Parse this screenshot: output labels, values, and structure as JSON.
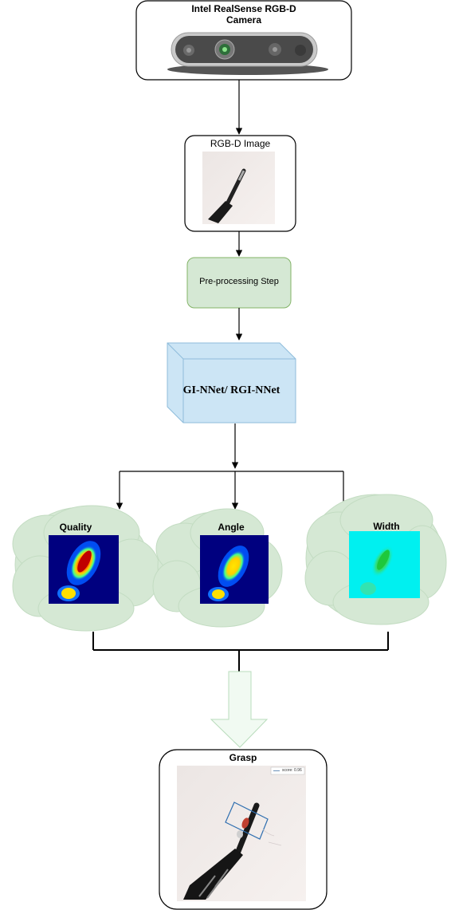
{
  "nodes": {
    "camera": {
      "label_line1": "Intel RealSense RGB-D",
      "label_line2": "Camera"
    },
    "rgbd": {
      "label": "RGB-D Image"
    },
    "preprocess": {
      "label": "Pre-processing Step"
    },
    "network": {
      "label": "GI-NNet/ RGI-NNet"
    },
    "quality": {
      "label": "Quality"
    },
    "angle": {
      "label": "Angle"
    },
    "width": {
      "label": "Width"
    },
    "grasp": {
      "label": "Grasp",
      "legend": "score: 0.96"
    }
  },
  "colors": {
    "box_fill_green": "#d5e8d4",
    "box_stroke_green": "#82b366",
    "cube_fill": "#cce5f5",
    "cube_stroke": "#8fbcdb",
    "cloud_fill": "#d5e8d4",
    "heatmap_blue": "#00007f",
    "width_cyan": "#00f0f0",
    "arrow_fill": "#f1faf2"
  }
}
